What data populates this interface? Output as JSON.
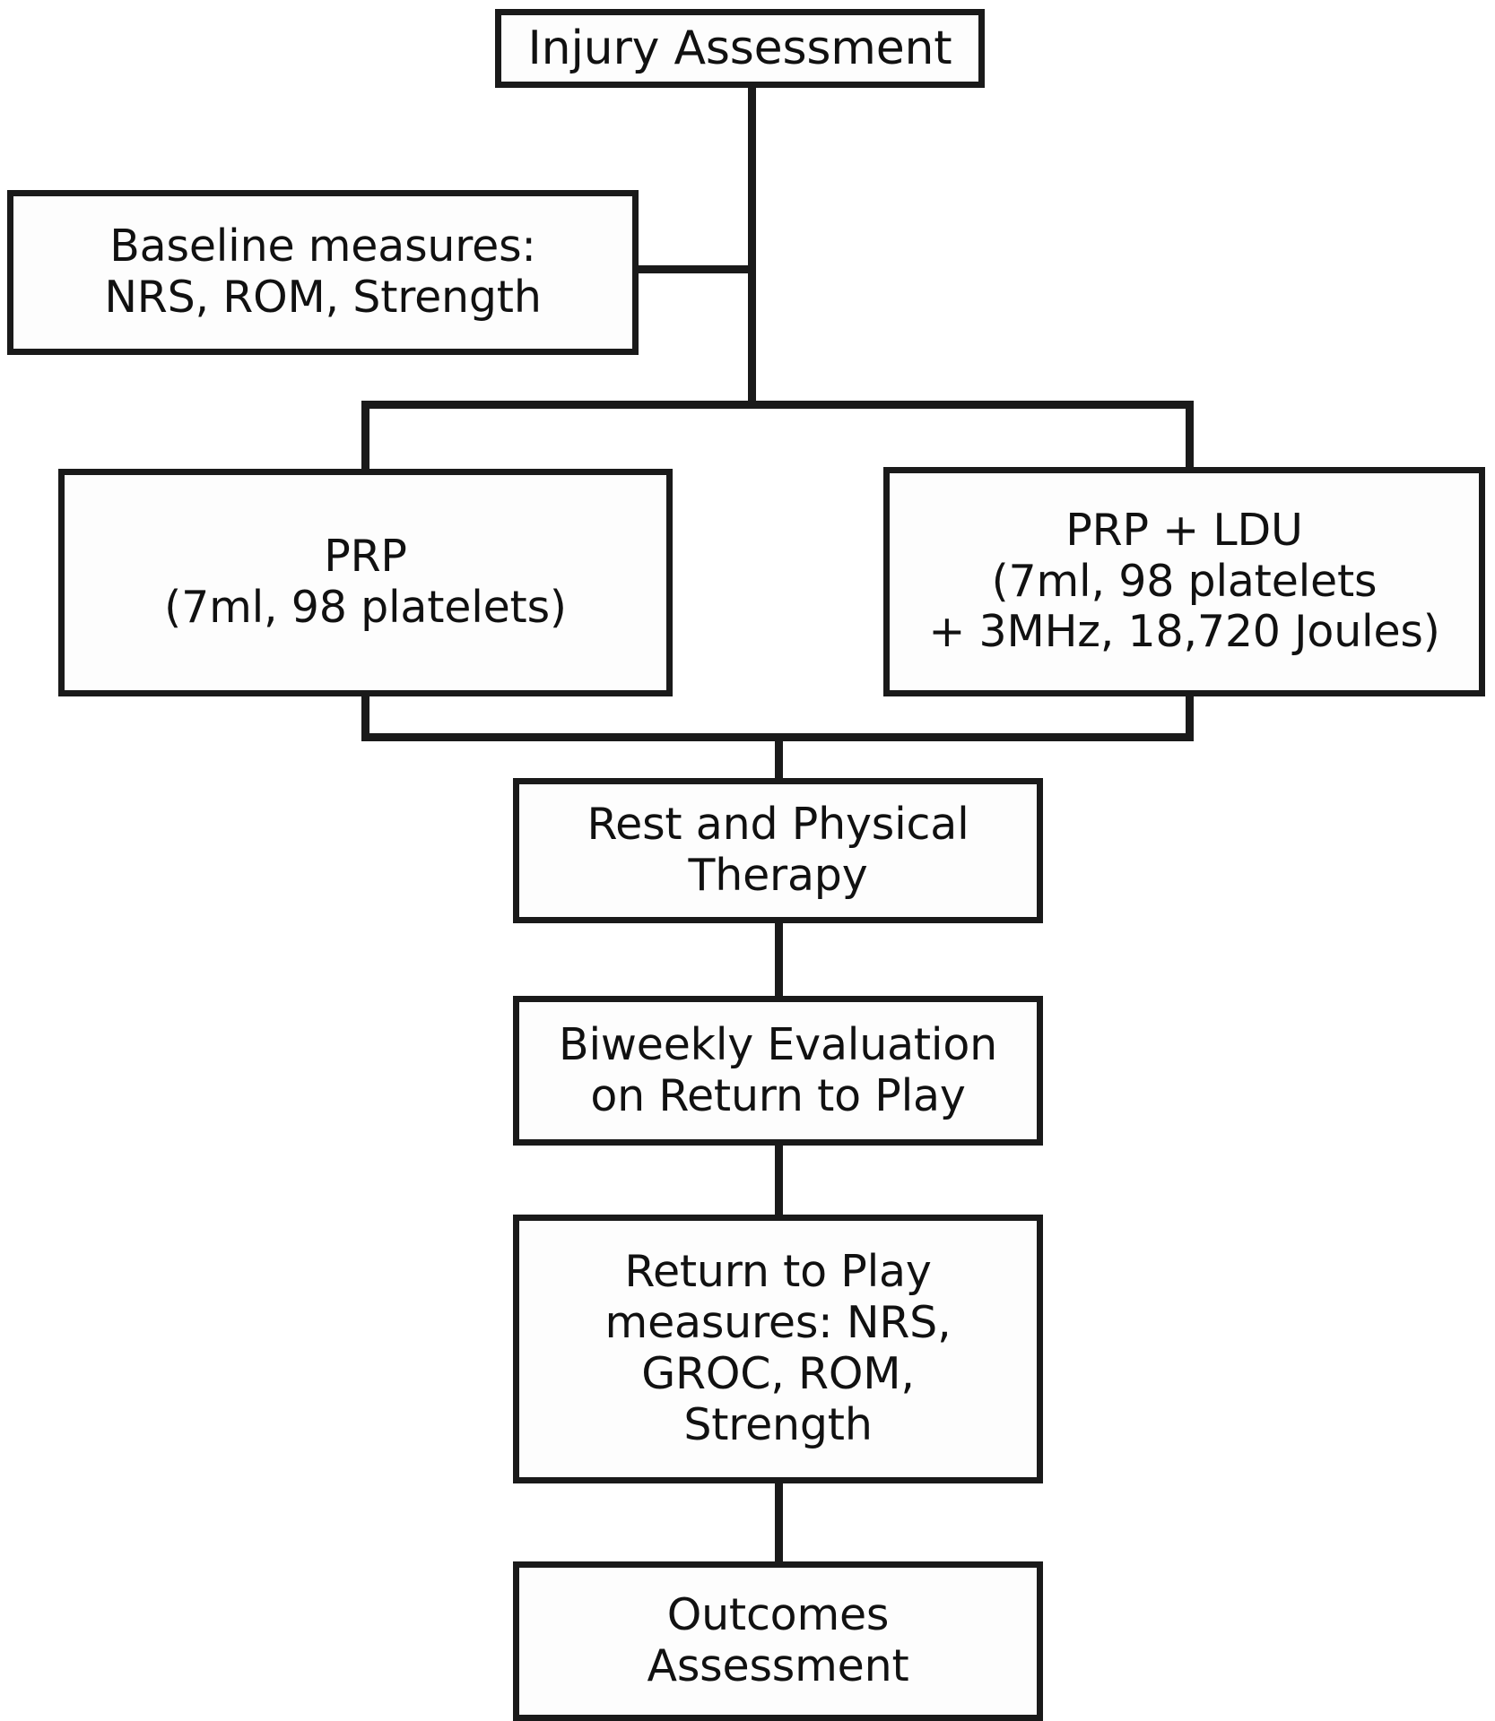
{
  "diagram": {
    "title": "PRP and PRP + LDU treatment study flowchart",
    "type": "flowchart",
    "orientation": "top-to-bottom",
    "colors": {
      "background": "#ffffff",
      "box_fill": "#fdfdfd",
      "box_border": "#1a1a1a",
      "connector": "#1a1a1a",
      "text": "#111111"
    },
    "nodes": [
      {
        "id": "injury-assessment",
        "label": "Injury Assessment"
      },
      {
        "id": "baseline-measures",
        "label": "Baseline measures:\nNRS, ROM, Strength"
      },
      {
        "id": "prp",
        "label": "PRP\n(7ml, 98 platelets)"
      },
      {
        "id": "prp-ldu",
        "label": "PRP + LDU\n(7ml, 98 platelets\n+ 3MHz, 18,720 Joules)"
      },
      {
        "id": "rest-therapy",
        "label": "Rest and Physical\nTherapy"
      },
      {
        "id": "biweekly-evaluation",
        "label": "Biweekly Evaluation\non Return to Play"
      },
      {
        "id": "rtp-measures",
        "label": "Return to Play\nmeasures: NRS,\nGROC, ROM,\nStrength"
      },
      {
        "id": "outcomes-assessment",
        "label": "Outcomes\nAssessment"
      }
    ],
    "edges": [
      {
        "from": "injury-assessment",
        "to": "baseline-measures",
        "style": "elbow"
      },
      {
        "from": "injury-assessment",
        "to": "prp",
        "style": "split"
      },
      {
        "from": "injury-assessment",
        "to": "prp-ldu",
        "style": "split"
      },
      {
        "from": "prp",
        "to": "rest-therapy",
        "style": "merge"
      },
      {
        "from": "prp-ldu",
        "to": "rest-therapy",
        "style": "merge"
      },
      {
        "from": "rest-therapy",
        "to": "biweekly-evaluation",
        "style": "straight"
      },
      {
        "from": "biweekly-evaluation",
        "to": "rtp-measures",
        "style": "straight"
      },
      {
        "from": "rtp-measures",
        "to": "outcomes-assessment",
        "style": "straight"
      }
    ]
  }
}
